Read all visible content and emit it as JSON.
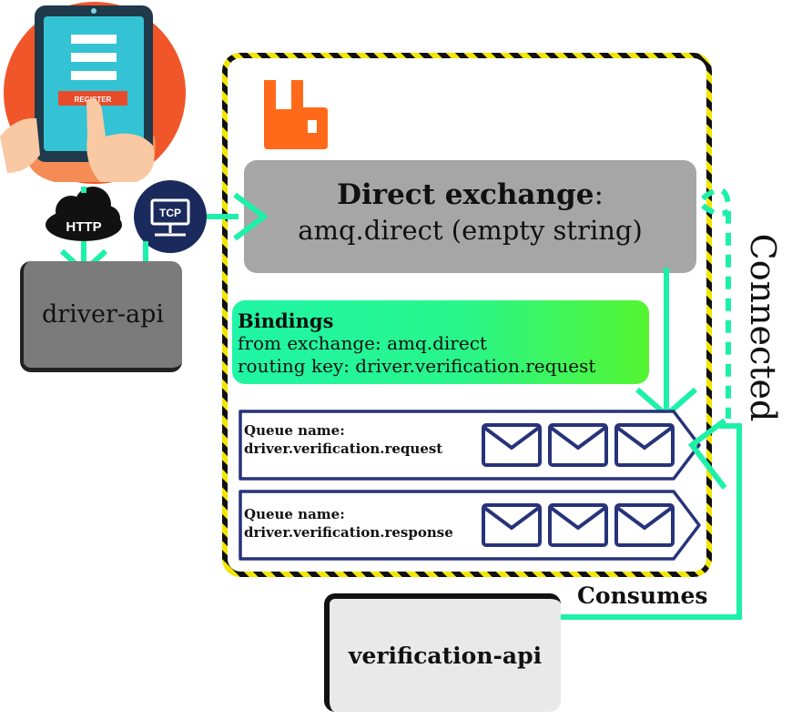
{
  "client": {
    "button_label": "REGISTER"
  },
  "protocols": {
    "http_label": "HTTP",
    "tcp_label": "TCP"
  },
  "services": {
    "driver_api": "driver-api",
    "verification_api": "verification-api"
  },
  "exchange": {
    "title": "Direct exchange",
    "title_suffix": ":",
    "name": "amq.direct (empty string)"
  },
  "bindings": {
    "title": "Bindings",
    "from_exchange": "from exchange: amq.direct",
    "routing_key": "routing key: driver.verification.request"
  },
  "queues": [
    {
      "label": "Queue name:",
      "name": "driver.verification.request",
      "message_count": 3
    },
    {
      "label": "Queue name:",
      "name": "driver.verification.response",
      "message_count": 3
    }
  ],
  "edges": {
    "connected": "Connected",
    "consumes": "Consumes"
  },
  "colors": {
    "accent": "#1df0a8",
    "queue_stroke": "#27337a",
    "rabbitmq": "#ff6a1a",
    "frame_stripe": "#f2e600"
  }
}
